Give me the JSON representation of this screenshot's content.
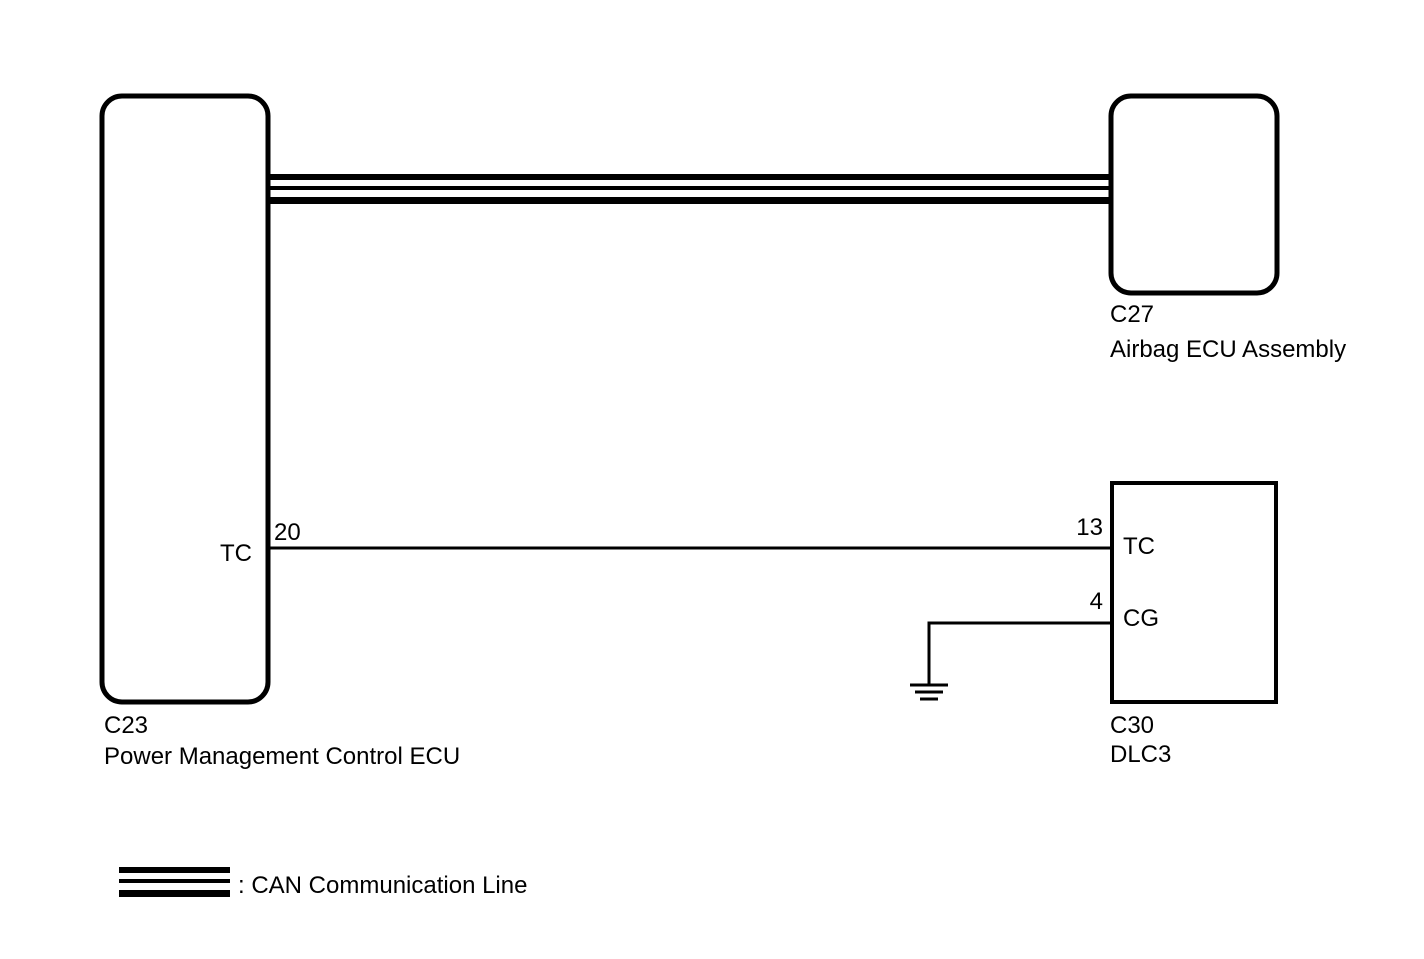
{
  "components": {
    "pmc_ecu": {
      "code": "C23",
      "name": "Power Management Control ECU",
      "pin_number": "20",
      "pin_label": "TC"
    },
    "airbag_ecu": {
      "code": "C27",
      "name": "Airbag ECU Assembly"
    },
    "dlc3": {
      "code": "C30",
      "name": "DLC3",
      "pin_tc_number": "13",
      "pin_tc_label": "TC",
      "pin_cg_number": "4",
      "pin_cg_label": "CG"
    }
  },
  "legend": {
    "can_line": ": CAN Communication Line"
  },
  "colors": {
    "line": "#000000",
    "background": "#ffffff"
  }
}
